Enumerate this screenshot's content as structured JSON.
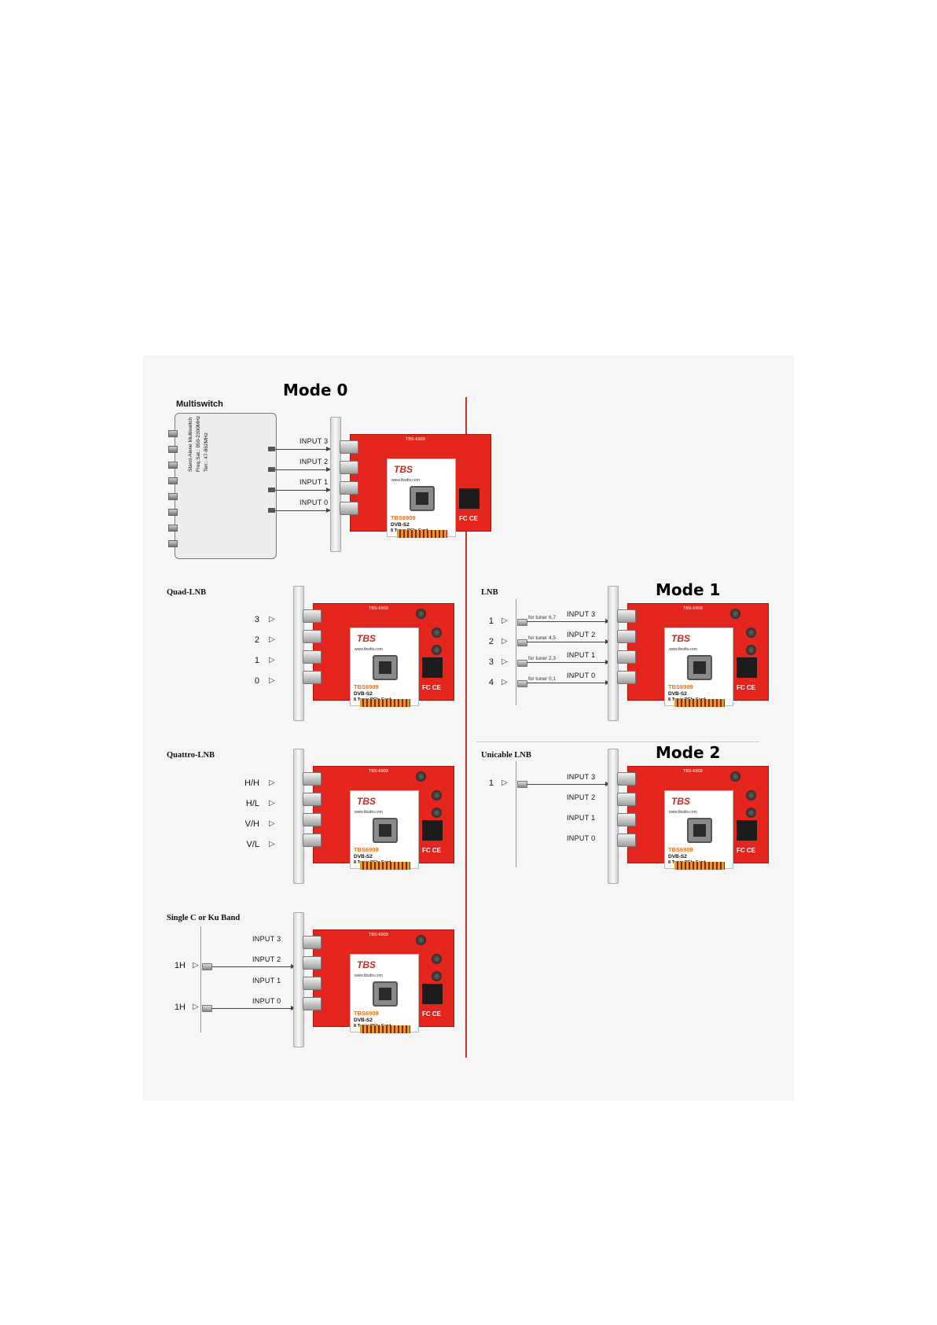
{
  "mode0": {
    "title": "Mode 0",
    "multiswitch": {
      "label": "Multiswitch",
      "device_lines": [
        "Stand-Alone Multiswitch",
        "Freq.Sat.: 950-2300MHz",
        "Terr.: 47-862MHz"
      ]
    },
    "inputs": [
      "INPUT 3",
      "INPUT 2",
      "INPUT 1",
      "INPUT 0"
    ]
  },
  "quad_lnb": {
    "label": "Quad-LNB",
    "ports": [
      "3",
      "2",
      "1",
      "0"
    ]
  },
  "quattro_lnb": {
    "label": "Quattro-LNB",
    "ports": [
      "H/H",
      "H/L",
      "V/H",
      "V/L"
    ]
  },
  "single_band": {
    "label": "Single C or Ku Band",
    "ports": [
      "1H",
      "1H"
    ],
    "inputs": [
      "INPUT 3",
      "INPUT 2",
      "INPUT 1",
      "INPUT 0"
    ]
  },
  "mode1": {
    "title": "Mode 1",
    "label": "LNB",
    "ports": [
      "1",
      "2",
      "3",
      "4"
    ],
    "tuner_notes": [
      "for tuner 6,7",
      "for tuner 4,5",
      "for tuner 2,3",
      "for tuner 0,1"
    ],
    "inputs": [
      "INPUT 3",
      "INPUT 2",
      "INPUT 1",
      "INPUT 0"
    ]
  },
  "mode2": {
    "title": "Mode 2",
    "label": "Unicable LNB",
    "ports": [
      "1"
    ],
    "inputs": [
      "INPUT 3",
      "INPUT 2",
      "INPUT 1",
      "INPUT 0"
    ]
  },
  "card": {
    "header": "TBS-6909",
    "site": "www.tbsdtv.com",
    "model": "TBS6909",
    "standard": "DVB-S2",
    "description": "8 Tuner PCIe Card",
    "fc_mark": "FC CE"
  },
  "colors": {
    "pcb_red": "#e3251d",
    "divider_red": "#c9302c",
    "model_orange": "#e86f1b"
  }
}
